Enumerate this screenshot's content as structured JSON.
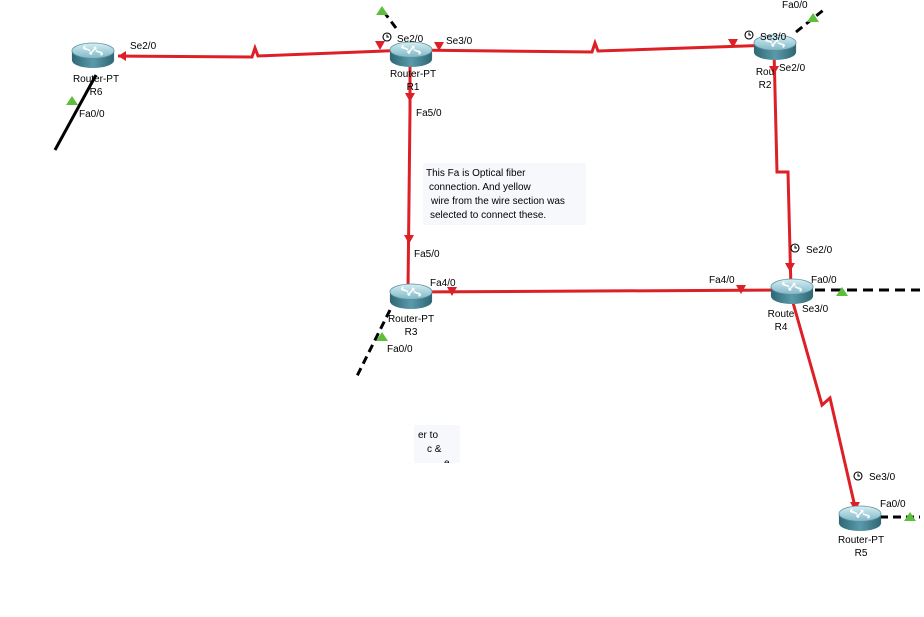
{
  "colors": {
    "link_serial": "#dd1f26",
    "link_ethernet": "#000000",
    "port_down": "#dd1f26",
    "port_up": "#5cbe3c",
    "router_top": "#a9d5df",
    "router_side": "#3f7f8e",
    "note_bg": "#f6f8fc"
  },
  "routers": [
    {
      "id": "R6",
      "type": "Router-PT",
      "name": "R6"
    },
    {
      "id": "R1",
      "type": "Router-PT",
      "name": "R1"
    },
    {
      "id": "R2",
      "type": "Router-PT",
      "name": "R2"
    },
    {
      "id": "R3",
      "type": "Router-PT",
      "name": "R3"
    },
    {
      "id": "R4",
      "type": "Router-PT",
      "name": "R4"
    },
    {
      "id": "R5",
      "type": "Router-PT",
      "name": "R5"
    }
  ],
  "router_labels": {
    "R6": {
      "type": "Router-PT",
      "name": "R6"
    },
    "R1": {
      "type": "Router-PT",
      "name": "R1"
    },
    "R2": {
      "type": "Rou",
      "name": "R2"
    },
    "R3": {
      "type": "Router-PT",
      "name": "R3"
    },
    "R4": {
      "type": "Route",
      "name": "R4"
    },
    "R5": {
      "type": "Router-PT",
      "name": "R5"
    }
  },
  "interfaces": {
    "r6_se20": "Se2/0",
    "r6_fa00": "Fa0/0",
    "r1_se20": "Se2/0",
    "r1_se30": "Se3/0",
    "r1_fa50": "Fa5/0",
    "r2_fa00": "Fa0/0",
    "r2_se30": "Se3/0",
    "r2_se20": "Se2/0",
    "r3_fa50": "Fa5/0",
    "r3_fa40": "Fa4/0",
    "r3_fa00": "Fa0/0",
    "r4_se20": "Se2/0",
    "r4_fa40": "Fa4/0",
    "r4_fa00": "Fa0/0",
    "r4_se30": "Se3/0",
    "r5_se30": "Se3/0",
    "r5_fa00": "Fa0/0"
  },
  "links": [
    {
      "from": "R6",
      "to": "R1",
      "kind": "serial"
    },
    {
      "from": "R1",
      "to": "R2",
      "kind": "serial"
    },
    {
      "from": "R1",
      "to": "R3",
      "kind": "fiber"
    },
    {
      "from": "R2",
      "to": "R4",
      "kind": "serial"
    },
    {
      "from": "R3",
      "to": "R4",
      "kind": "fiber"
    },
    {
      "from": "R4",
      "to": "R5",
      "kind": "serial"
    }
  ],
  "notes": {
    "fiber_note": [
      "This Fa is Optical fiber",
      "connection. And yellow",
      "wire from the wire section was",
      "selected to connect these."
    ],
    "hidden_note": [
      "er to",
      "c &",
      "e"
    ]
  }
}
